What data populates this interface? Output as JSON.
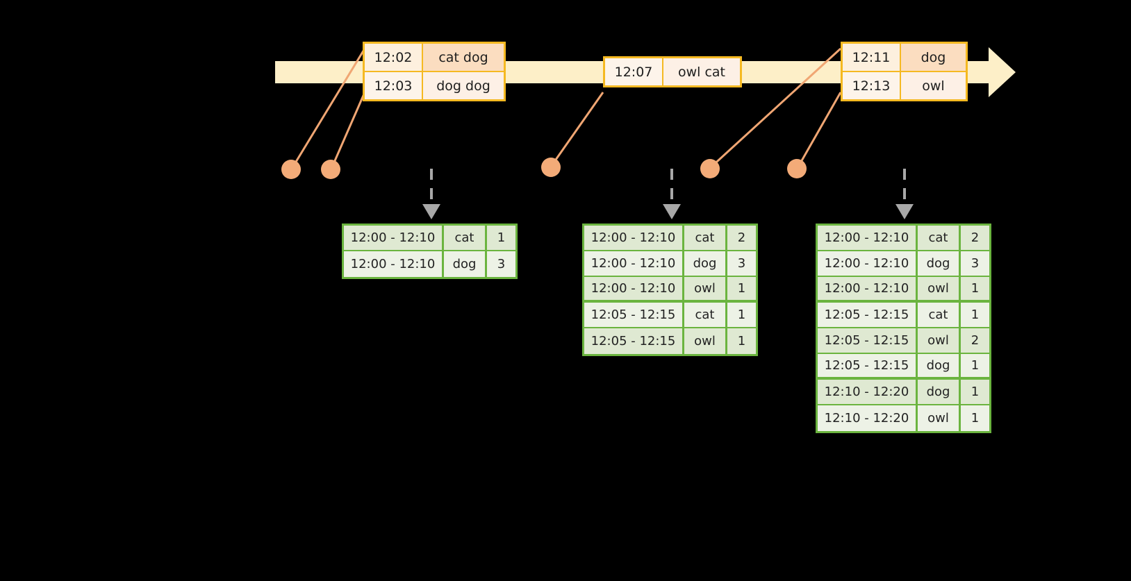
{
  "diagram": {
    "title": "windowed-word-count-timeline",
    "colors": {
      "background": "#000000",
      "timeline_fill": "#fdefc8",
      "timeline_stroke": "#f5b922",
      "event_border": "#f5b922",
      "event_fill_dark": "#fbddc0",
      "event_fill_light": "#fdf0e6",
      "table_border": "#6bb43f",
      "table_fill_odd": "#dfe9d2",
      "table_fill_even": "#edf2e6",
      "connector_line": "#f0a673",
      "dot": "#f3ab78",
      "arrow": "#a8a8a8"
    }
  },
  "timeline": {
    "arrow_label": "time-arrow",
    "events": [
      {
        "group": "events-1",
        "rows": [
          {
            "time": "12:02",
            "words": "cat dog"
          },
          {
            "time": "12:03",
            "words": "dog dog"
          }
        ]
      },
      {
        "group": "events-2",
        "rows": [
          {
            "time": "12:07",
            "words": "owl cat"
          }
        ]
      },
      {
        "group": "events-3",
        "rows": [
          {
            "time": "12:11",
            "words": "dog"
          },
          {
            "time": "12:13",
            "words": "owl"
          }
        ]
      }
    ]
  },
  "results": [
    {
      "id": "result-table-1",
      "rows": [
        {
          "window": "12:00 - 12:10",
          "word": "cat",
          "count": "1"
        },
        {
          "window": "12:00 - 12:10",
          "word": "dog",
          "count": "3"
        }
      ]
    },
    {
      "id": "result-table-2",
      "rows": [
        {
          "window": "12:00 - 12:10",
          "word": "cat",
          "count": "2"
        },
        {
          "window": "12:00 - 12:10",
          "word": "dog",
          "count": "3"
        },
        {
          "window": "12:00 - 12:10",
          "word": "owl",
          "count": "1"
        },
        {
          "window": "12:05 - 12:15",
          "word": "cat",
          "count": "1"
        },
        {
          "window": "12:05 - 12:15",
          "word": "owl",
          "count": "1"
        }
      ]
    },
    {
      "id": "result-table-3",
      "rows": [
        {
          "window": "12:00 - 12:10",
          "word": "cat",
          "count": "2"
        },
        {
          "window": "12:00 - 12:10",
          "word": "dog",
          "count": "3"
        },
        {
          "window": "12:00 - 12:10",
          "word": "owl",
          "count": "1"
        },
        {
          "window": "12:05 - 12:15",
          "word": "cat",
          "count": "1"
        },
        {
          "window": "12:05 - 12:15",
          "word": "owl",
          "count": "2"
        },
        {
          "window": "12:05 - 12:15",
          "word": "dog",
          "count": "1"
        },
        {
          "window": "12:10 - 12:20",
          "word": "dog",
          "count": "1"
        },
        {
          "window": "12:10 - 12:20",
          "word": "owl",
          "count": "1"
        }
      ]
    }
  ]
}
